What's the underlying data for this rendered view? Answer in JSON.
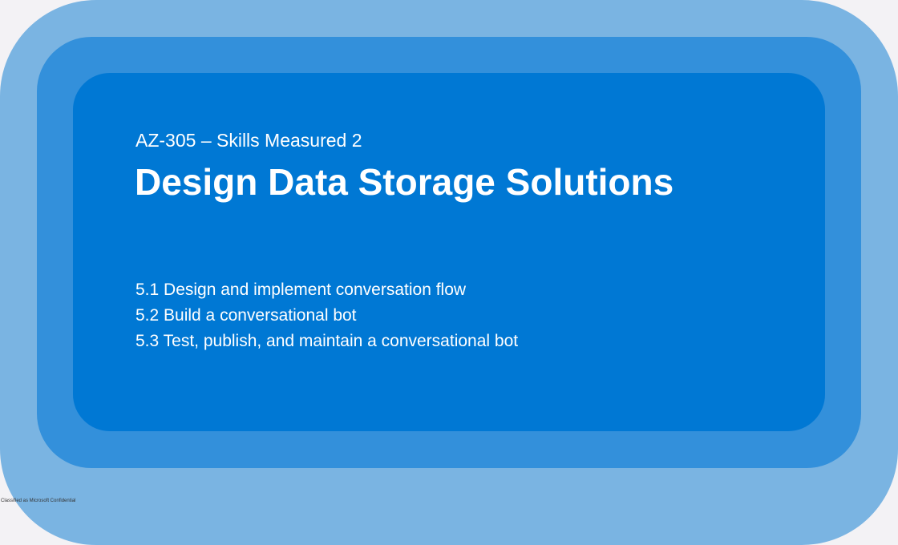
{
  "slide": {
    "subtitle": "AZ-305 – Skills Measured 2",
    "title": "Design Data Storage Solutions",
    "items": [
      "5.1 Design and implement conversation flow",
      "5.2 Build a conversational bot",
      "5.3 Test, publish, and maintain a conversational bot"
    ],
    "classification": "Classified as Microsoft Confidential"
  },
  "colors": {
    "background": "#f3f2f5",
    "outer": "#7ab4e2",
    "middle": "#3390db",
    "inner": "#0078d4"
  }
}
